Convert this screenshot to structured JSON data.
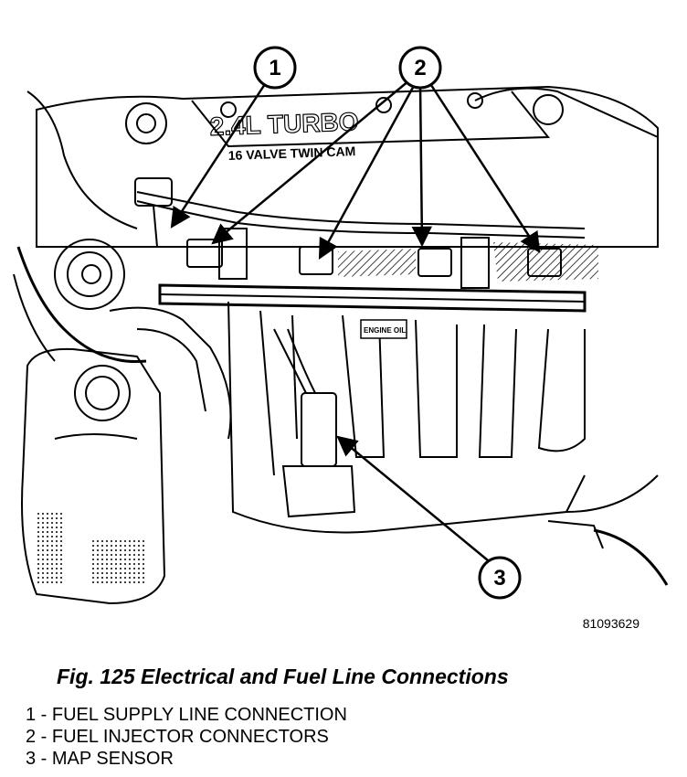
{
  "figure": {
    "id": "81093629",
    "caption": "Fig. 125 Electrical and Fuel Line Connections",
    "engine_label_line1": "2.4L TURBO",
    "engine_label_line2": "16 VALVE TWIN CAM",
    "oil_label": "ENGINE OIL"
  },
  "callouts": [
    {
      "number": "1"
    },
    {
      "number": "2"
    },
    {
      "number": "3"
    }
  ],
  "legend": [
    "1 - FUEL SUPPLY LINE CONNECTION",
    "2 - FUEL INJECTOR CONNECTORS",
    "3 - MAP SENSOR"
  ]
}
